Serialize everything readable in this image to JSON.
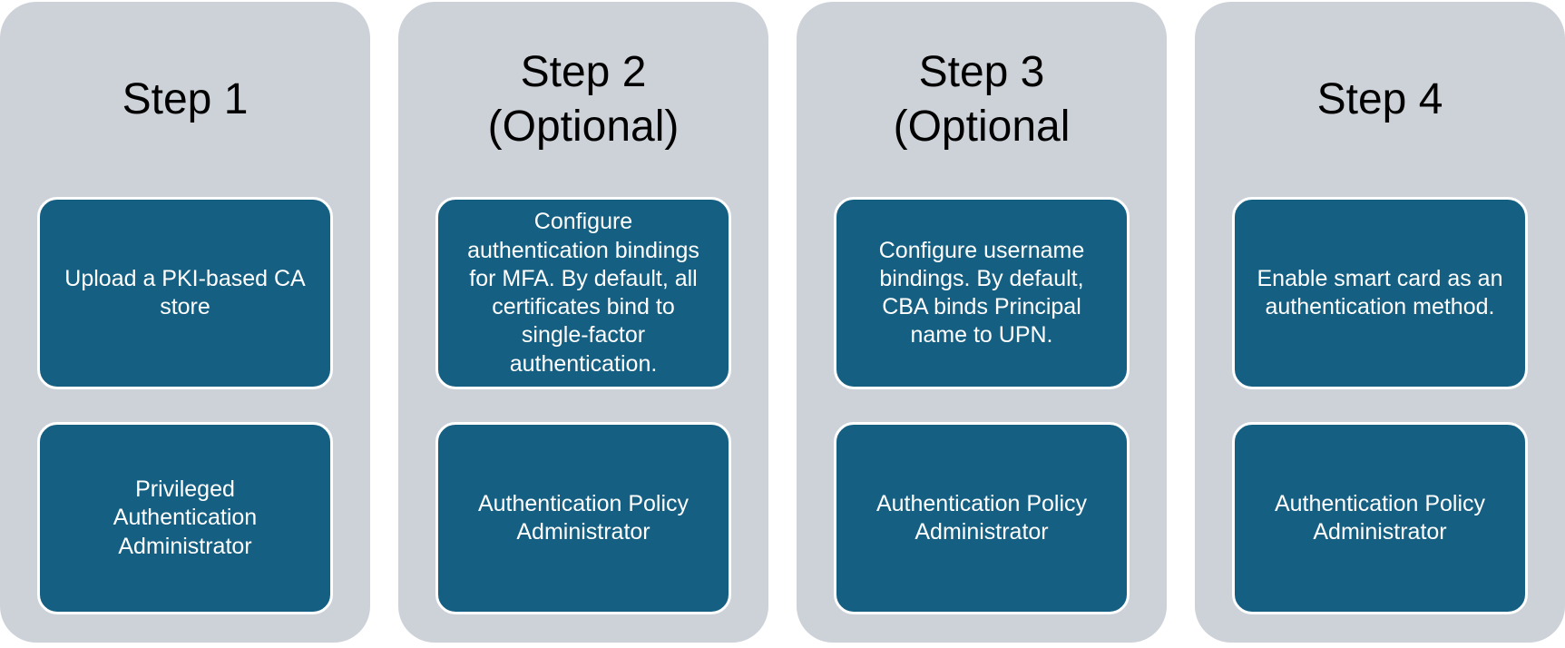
{
  "colors": {
    "page_bg": "#FFFFFF",
    "column_bg": "#CDD2D9",
    "card_bg": "#156082",
    "card_border": "#FFFFFF",
    "title_text": "#000000",
    "card_text": "#FFFFFF"
  },
  "steps": [
    {
      "title": "Step 1",
      "action": "Upload a PKI-based CA\nstore",
      "role": "Privileged\nAuthentication\nAdministrator"
    },
    {
      "title": "Step 2\n(Optional)",
      "action": "Configure\nauthentication bindings\nfor MFA. By default, all\ncertificates bind to\nsingle-factor\nauthentication.",
      "role": "Authentication Policy\nAdministrator"
    },
    {
      "title": "Step 3\n(Optional",
      "action": "Configure username\nbindings. By default,\nCBA binds Principal\nname to UPN.",
      "role": "Authentication Policy\nAdministrator"
    },
    {
      "title": "Step 4",
      "action": "Enable smart card as an\nauthentication method.",
      "role": "Authentication Policy\nAdministrator"
    }
  ]
}
